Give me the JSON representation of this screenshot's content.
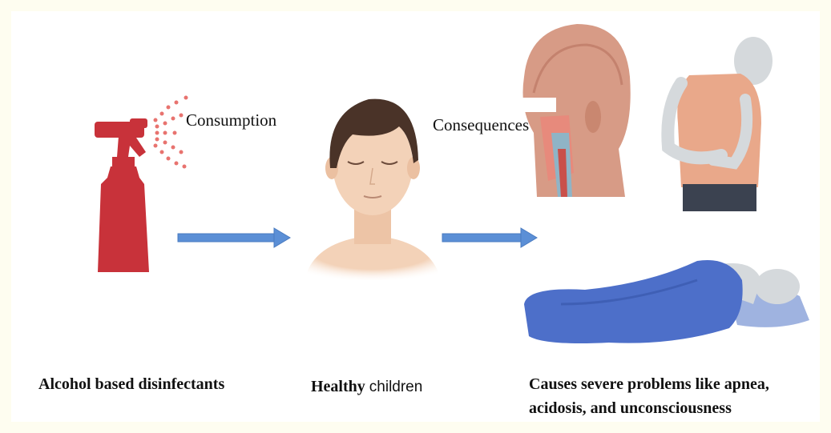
{
  "flow_labels": {
    "consumption": "Consumption",
    "consequences": "Consequences"
  },
  "captions": {
    "disinfectants": "Alcohol based disinfectants",
    "children_bold": "Healthy",
    "children_light": "children",
    "effects_line1": "Causes severe problems like apnea,",
    "effects_line2": "acidosis, and unconsciousness"
  },
  "colors": {
    "background": "#fefdf0",
    "bottle": "#c8323a",
    "spray": "#e8736f",
    "arrow": "#5b8fd6",
    "skin": "#f3d2b8",
    "hair": "#4a3328",
    "blanket": "#4d6fc9",
    "shirt": "#e9a88a"
  },
  "icons": [
    "spray-bottle-icon",
    "child-face-icon",
    "head-cross-section-icon",
    "stomach-pain-icon",
    "person-lying-icon"
  ]
}
